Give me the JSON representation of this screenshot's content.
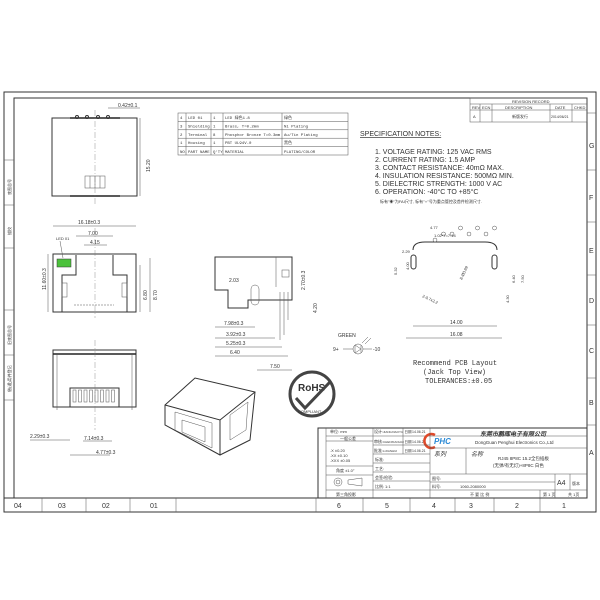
{
  "frame": {
    "columns": [
      "04",
      "03",
      "02",
      "01",
      "6",
      "5",
      "4",
      "3",
      "2",
      "1"
    ],
    "rows": [
      "G",
      "F",
      "E",
      "D",
      "C",
      "B",
      "A"
    ],
    "side_labels": [
      "底图总号",
      "描校",
      "旧底图总号",
      "借(通)用件登记"
    ]
  },
  "revision_table": {
    "title": "REVISION RECORD",
    "headers": [
      "REV",
      "ECN",
      "DESCRIPTION",
      "DATE",
      "CHKD"
    ],
    "row": [
      "A",
      "",
      "新版发行",
      "2014/06/21",
      ""
    ]
  },
  "bom": {
    "headers": [
      "NO.",
      "PART NAME",
      "Q'TY",
      "MATERIAL",
      "PLATING/COLOR"
    ],
    "rows": [
      [
        "4",
        "LED 01",
        "1",
        "LED 绿色1.8",
        "绿色"
      ],
      [
        "3",
        "Shielding",
        "1",
        "Brass, T=0.2mm",
        "Ni Plating"
      ],
      [
        "2",
        "Terminal",
        "8",
        "Phosphor Bronze T=0.3mm",
        "Au/Tin Plating"
      ],
      [
        "1",
        "Housing",
        "1",
        "PBT UL94V-0",
        "黑色"
      ]
    ]
  },
  "spec": {
    "title": "SPECIFICATION NOTES:",
    "notes": [
      "1. VOLTAGE RATING: 125 VAC RMS",
      "2. CURRENT RATING: 1.5 AMP",
      "3. CONTACT RESISTANCE: 40mΩ MAX.",
      "4. INSULATION RESISTANCE: 500MΩ MIN.",
      "5. DIELECTRIC STRENGTH: 1000 V AC",
      "6. OPERATION: -40°C TO +85°C"
    ],
    "footnote": "标有\"◉\"为FAI尺寸, 标有\"♆\"号为重点管控及首件检测尺寸."
  },
  "top_view": {
    "dim_pin": "0.42±0.1",
    "dim_depth": "15.20"
  },
  "front_view": {
    "dim_width": "16.18±0.3",
    "dim_700": "7.00",
    "dim_415": "4.15",
    "led_label": "LED 01",
    "dim_height": "11.60±0.3",
    "dim_680": "6.80",
    "dim_870": "8.70",
    "led_color": "#4cc23c"
  },
  "bottom_view": {
    "dim_229": "2.29±0.3",
    "dim_714": "7.14±0.3",
    "dim_477": "4.77±0.3"
  },
  "side_view": {
    "dim_203": "2.03",
    "dim_270": "2.70±0.3",
    "dim_420": "4.20",
    "dim_798": "7.98±0.3",
    "dim_392": "3.92±0.3",
    "dim_525": "5.25±0.3",
    "dim_640": "6.40",
    "dim_750": "7.50"
  },
  "led_symbol": {
    "color_label": "GREEN",
    "pin_pos": "9+",
    "pin_neg": "-10"
  },
  "pcb_layout": {
    "dim_477": "4.77",
    "dim_pitch": "1.02*7=7.14",
    "dim_229": "2.29",
    "dim_532": "5.32",
    "dim_400": "4.00",
    "dim_hole": "8-Ø0.89",
    "dim_slot": "2-0.7x2.2",
    "dim_640": "6.40",
    "dim_750": "7.50",
    "dim_430": "4.30",
    "dim_1400": "14.00",
    "dim_1608": "16.08",
    "caption1": "Recommend PCB Layout",
    "caption2": "(Jack Top View)",
    "tolerance": "TOLERANCES:±0.05"
  },
  "rohs": {
    "text": "RoHS",
    "sub": "COMPLIANT"
  },
  "title_block": {
    "company_cn": "东莞市鹏晖电子有限公司",
    "company_en": "DongGuan Penghui Electronics Co.,Ltd",
    "logo": "PHC",
    "designer_label": "设计:",
    "checker_label": "审核:",
    "approver_label": "批准:",
    "designer": "JIANGXIAOYU",
    "checker": "CHENXIAOHUI",
    "approver": "LIJIANHUI",
    "date_label": "日期",
    "date": "14.06.21",
    "series_label": "系列",
    "name_label": "名称",
    "name_line1": "RJ45 8P8C 15.2全包插板",
    "name_line2": "(无弹/有无灯)+8P8C 白色",
    "std_label": "标准:",
    "craft_label": "工艺:",
    "sign_label": "会签/检验:",
    "scale_label": "比例:",
    "scale": "1:1",
    "part_label": "图号:",
    "doc_label": "料号:",
    "doc_no": "1060-2080000",
    "size": "A4",
    "version": "版本",
    "sheet_text": "不 要 比 例",
    "sheet_no": "第 1 页",
    "sheet_total": "共 1页",
    "unit_label": "单位: mm",
    "tol_header": "一般公差",
    "tol_rows": [
      ".X  ±0.20",
      ".XX  ±0.10",
      ".XXX ±0.05"
    ],
    "angle_label": "角度 ±1.0°",
    "projection_label": "第三角投影"
  }
}
